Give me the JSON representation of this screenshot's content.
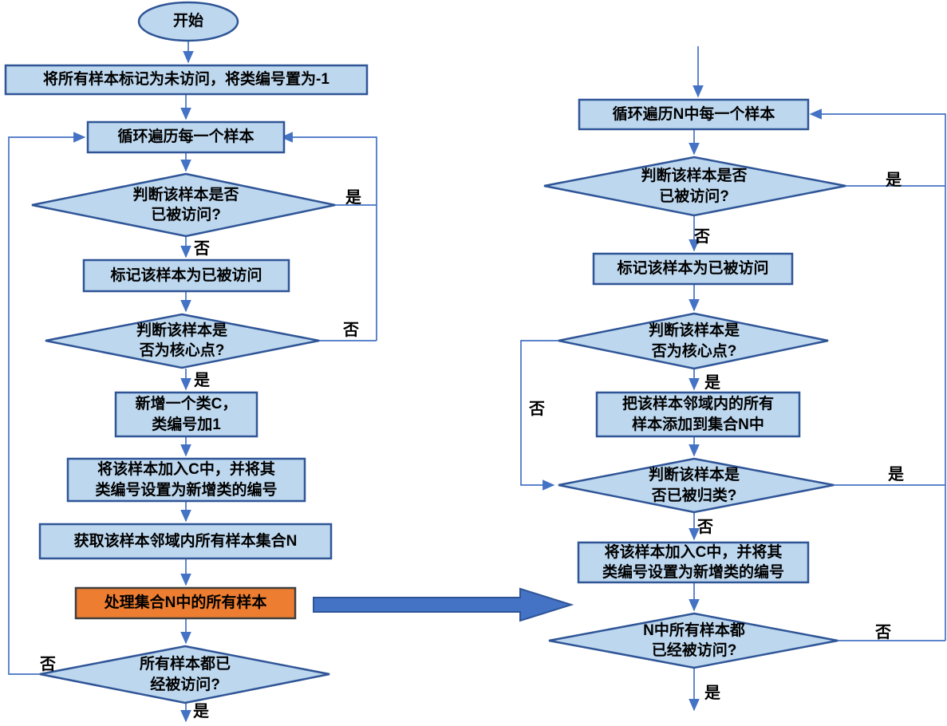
{
  "colors": {
    "node_fill": "#BDD7EE",
    "node_border": "#2F5597",
    "connector": "#4472C4",
    "process_highlight_fill": "#ED7D31",
    "process_highlight_border": "#404040",
    "big_arrow_fill": "#4472C4",
    "text": "#000000"
  },
  "left_flow": {
    "start": {
      "label": "开始"
    },
    "init": {
      "label": "将所有样本标记为未访问，将类编号置为-1"
    },
    "loop": {
      "label": "循环遍历每一个样本"
    },
    "visited_q": {
      "label": "判断该样本是否\n已被访问?",
      "yes": "是",
      "no": "否"
    },
    "mark": {
      "label": "标记该样本为已被访问"
    },
    "core_q": {
      "label": "判断该样本是\n否为核心点?",
      "yes": "是",
      "no": "否"
    },
    "new_class": {
      "label": "新增一个类C，\n类编号加1"
    },
    "add_to_c": {
      "label": "将该样本加入C中，并将其\n类编号设置为新增类的编号"
    },
    "get_n": {
      "label": "获取该样本邻域内所有样本集合N"
    },
    "process_n": {
      "label": "处理集合N中的所有样本"
    },
    "all_visited_q": {
      "label": "所有样本都已\n经被访问?",
      "yes": "是",
      "no": "否"
    }
  },
  "right_flow": {
    "loop": {
      "label": "循环遍历N中每一个样本"
    },
    "visited_q": {
      "label": "判断该样本是否\n已被访问?",
      "yes": "是",
      "no": "否"
    },
    "mark": {
      "label": "标记该样本为已被访问"
    },
    "core_q": {
      "label": "判断该样本是\n否为核心点?",
      "yes": "是",
      "no": "否"
    },
    "add_neighbors": {
      "label": "把该样本邻域内的所有\n样本添加到集合N中",
      "yes_in": "是"
    },
    "classified_q": {
      "label": "判断该样本是\n否已被归类?",
      "yes": "是",
      "no": "否"
    },
    "add_to_c": {
      "label": "将该样本加入C中，并将其\n类编号设置为新增类的编号"
    },
    "all_visited_q": {
      "label": "N中所有样本都\n已经被访问?",
      "yes": "是",
      "no": "否"
    }
  }
}
